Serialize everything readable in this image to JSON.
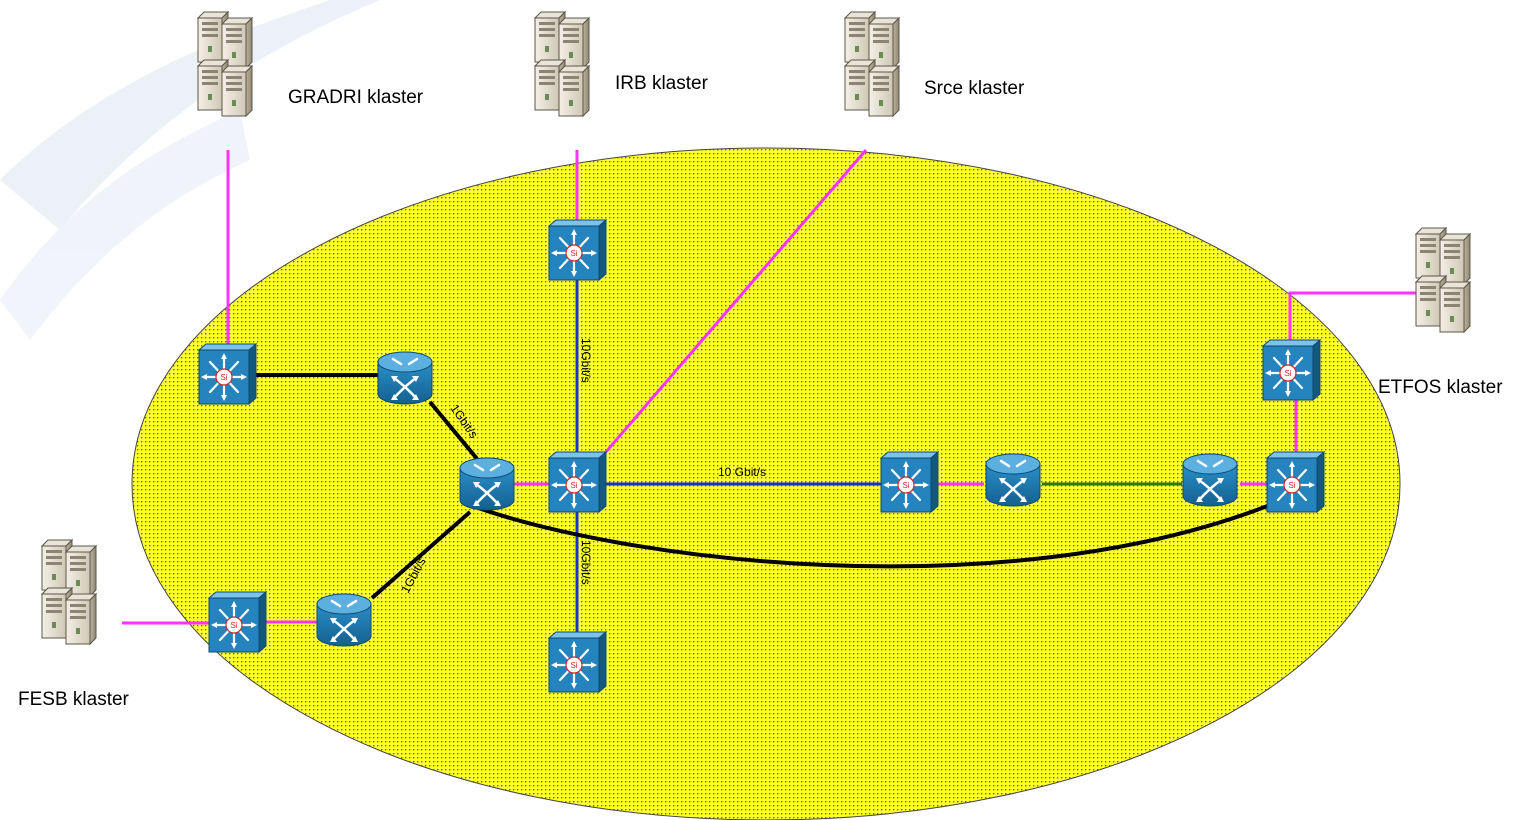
{
  "clusters": {
    "gradri": "GRADRI klaster",
    "irb": "IRB klaster",
    "srce": "Srce klaster",
    "etfos": "ETFOS klaster",
    "fesb": "FESB klaster"
  },
  "links": {
    "gradri_router_to_core": "1Gbit/s",
    "irb_switch_to_core": "10Gbit/s",
    "core_to_east": "10 Gbit/s",
    "core_to_south": "10Gbit/s",
    "fesb_router_to_core": "1Gbit/s"
  },
  "device_badge": "Si",
  "colors": {
    "backbone_area": "#ffff33",
    "server_link": "#ff33ff",
    "ten_gig_link": "#1a2fd0",
    "one_gig_link": "#000000",
    "router_link": "#2a7a10",
    "device_blue": "#1f7fb8"
  }
}
